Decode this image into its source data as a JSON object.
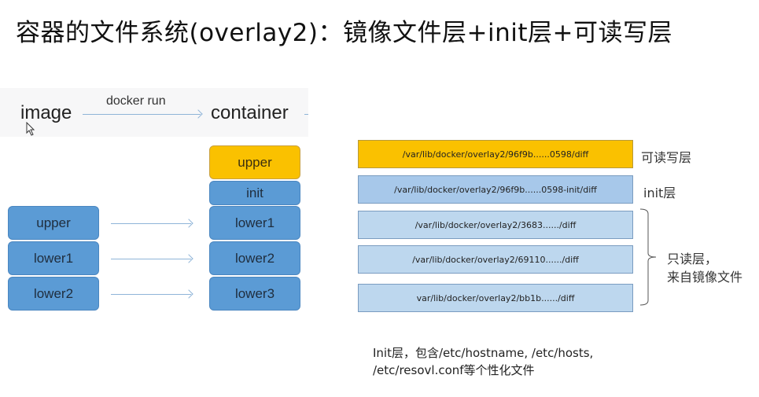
{
  "title": "容器的文件系统(overlay2)：镜像文件层+init层+可读写层",
  "left_diagram": {
    "image_label": "image",
    "arrow_label": "docker run",
    "container_label": "container",
    "image_layers": [
      "upper",
      "lower1",
      "lower2"
    ],
    "container_layers": [
      "upper",
      "init",
      "lower1",
      "lower2",
      "lower3"
    ],
    "colors": {
      "upper": "#fac100",
      "layer": "#5b9bd5"
    }
  },
  "right_diagram": {
    "layers": [
      {
        "path": "/var/lib/docker/overlay2/96f9b......0598/diff",
        "type": "read-write",
        "color": "#fac100"
      },
      {
        "path": "/var/lib/docker/overlay2/96f9b......0598-init/diff",
        "type": "init",
        "color": "#a7c8ea"
      },
      {
        "path": "/var/lib/docker/overlay2/3683....../diff",
        "type": "read-only",
        "color": "#bdd7ee"
      },
      {
        "path": "/var/lib/docker/overlay2/69110....../diff",
        "type": "read-only",
        "color": "#bdd7ee"
      },
      {
        "path": "var/lib/docker/overlay2/bb1b....../diff",
        "type": "read-only",
        "color": "#bdd7ee"
      }
    ],
    "labels": {
      "read_write": "可读写层",
      "init": "init层",
      "read_only_line1": "只读层，",
      "read_only_line2": "来自镜像文件"
    }
  },
  "note": {
    "line1": "Init层，包含/etc/hostname, /etc/hosts,",
    "line2": "/etc/resovl.conf等个性化文件"
  }
}
